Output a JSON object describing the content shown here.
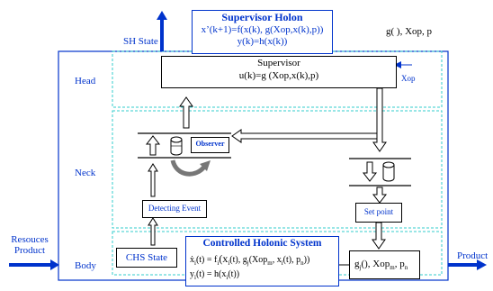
{
  "supervisor_holon": {
    "title": "Supervisor Holon",
    "eq1": "x’(k+1)=f(x(k), g(Xop,x(k),p))",
    "eq2": "y(k)=h(x(k))"
  },
  "sh_state": "SH State",
  "top_right_input": "g( ), Xop, p",
  "layers": {
    "head": "Head",
    "neck": "Neck",
    "body": "Body"
  },
  "supervisor": {
    "title": "Supervisor",
    "eq": "u(k)=g (Xop,x(k),p)",
    "xop": "Xop"
  },
  "observer": "Observer",
  "detecting_event": "Detecting Event",
  "set_point": "Set point",
  "resources_product": {
    "line1": "Resouces",
    "line2": "Product"
  },
  "product_output": "Product",
  "chs_state": "CHS State",
  "chs": {
    "title": "Controlled Holonic System",
    "eq1_main": "ẋ",
    "eq1": "(t) = f",
    "eq1b": "(x",
    "eq1c": "(t), g",
    "eq1d": "(Xop",
    "eq1e": ", x",
    "eq1f": "(t), p",
    "eq1g": "))",
    "eq2": "y",
    "eq2b": "(t) = h(x",
    "eq2c": "(t))",
    "sub_i": "i",
    "sub_j": "j",
    "sub_m": "m",
    "sub_n": "n"
  },
  "gj_box": {
    "g": "g",
    "sub_j": "j",
    "rest": "(), Xop",
    "sub_m": "m",
    "p": ", p",
    "sub_n": "n"
  }
}
